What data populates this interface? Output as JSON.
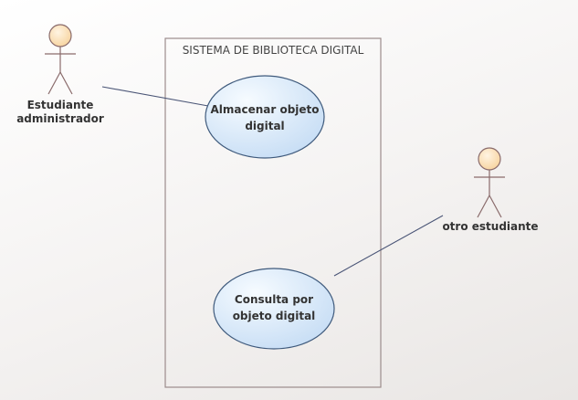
{
  "system": {
    "title": "SISTEMA DE BIBLIOTECA DIGITAL"
  },
  "actors": [
    {
      "id": "a1",
      "label_lines": [
        "Estudiante",
        "administrador"
      ]
    },
    {
      "id": "a2",
      "label_lines": [
        "otro estudiante"
      ]
    }
  ],
  "use_cases": [
    {
      "id": "uc1",
      "label_lines": [
        "Almacenar objeto",
        "digital"
      ]
    },
    {
      "id": "uc2",
      "label_lines": [
        "Consulta por",
        "objeto digital"
      ]
    }
  ],
  "associations": [
    {
      "from": "a1",
      "to": "uc1"
    },
    {
      "from": "a2",
      "to": "uc2"
    }
  ],
  "colors": {
    "actor_fill": "#fbe3bf",
    "actor_stroke": "#8a6b6b",
    "usecase_fill_light": "#f6fbff",
    "usecase_fill_dark": "#c8def5",
    "usecase_stroke": "#3f5a7c",
    "boundary_stroke": "#9c8c8c",
    "line_color": "#4a5576"
  }
}
